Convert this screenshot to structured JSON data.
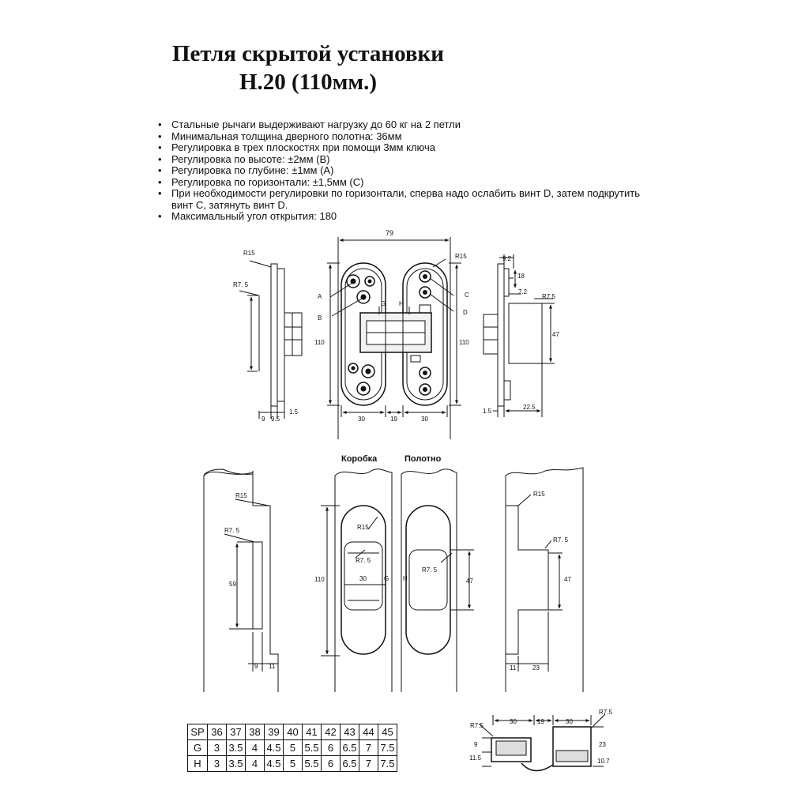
{
  "title": {
    "line1": "Петля скрытой установки",
    "line2": "H.20 (110мм.)"
  },
  "features": [
    "Стальные рычаги выдерживают нагрузку до 60 кг на 2 петли",
    "Минимальная толщина дверного полотна: 36мм",
    "Регулировка в трех плоскостях при помощи 3мм ключа",
    "Регулировка по высоте: ±2мм (B)",
    "Регулировка по глубине: ±1мм (A)",
    "Регулировка по горизонтали: ±1,5мм (C)",
    "При необходимости регулировки по горизонтали, сперва надо ослабить винт D, затем подкрутить винт С, затянуть винт D.",
    "Максимальный угол открытия: 180"
  ],
  "drawing_labels": {
    "top_views": {
      "width_79": "79",
      "r15_left": "R15",
      "r7_5_left": "R7. 5",
      "r15_right": "R15",
      "label_a": "A",
      "label_b": "B",
      "label_g": "G",
      "label_h": "H",
      "label_c": "C",
      "label_d": "D",
      "h110_left": "110",
      "h110_right": "110",
      "dim_9": "9",
      "dim_9_5": "9.5",
      "dim_1_5_left": "1.5",
      "dim_30_left": "30",
      "dim_19": "19",
      "dim_30_right": "30",
      "dim_9_2": "9.2",
      "dim_18": "18",
      "dim_7_2": "7.2",
      "r7_5_right": "R7.5",
      "dim_47": "47",
      "dim_1_5_right": "1.5",
      "dim_22_5": "22.5"
    },
    "cutouts": {
      "label_frame": "Коробка",
      "label_door": "Полотно",
      "a_r15": "R15",
      "a_r7_5": "R7. 5",
      "a_59": "59",
      "a_9": "9",
      "a_11": "11",
      "b_r15": "R15",
      "b_r7_5": "R7. 5",
      "b_110": "110",
      "b_30": "30",
      "b_g": "G",
      "c_h": "H",
      "c_r7_5": "R7. 5",
      "c_47": "47",
      "d_r15": "R15",
      "d_r7_5": "R7. 5",
      "d_47": "47",
      "d_11": "11",
      "d_23": "23"
    },
    "bottom_view": {
      "r7_5_left": "R7.5",
      "r7_5_right": "R7.5",
      "dim_30_left": "30",
      "dim_19": "19",
      "dim_30_right": "30",
      "dim_9": "9",
      "dim_11_5": "11.5",
      "dim_23": "23",
      "dim_10_7": "10.7"
    }
  },
  "sp_table": {
    "rows": [
      {
        "label": "SP",
        "values": [
          "36",
          "37",
          "38",
          "39",
          "40",
          "41",
          "42",
          "43",
          "44",
          "45"
        ]
      },
      {
        "label": "G",
        "values": [
          "3",
          "3.5",
          "4",
          "4.5",
          "5",
          "5.5",
          "6",
          "6.5",
          "7",
          "7.5"
        ]
      },
      {
        "label": "H",
        "values": [
          "3",
          "3.5",
          "4",
          "4.5",
          "5",
          "5.5",
          "6",
          "6.5",
          "7",
          "7.5"
        ]
      }
    ]
  }
}
